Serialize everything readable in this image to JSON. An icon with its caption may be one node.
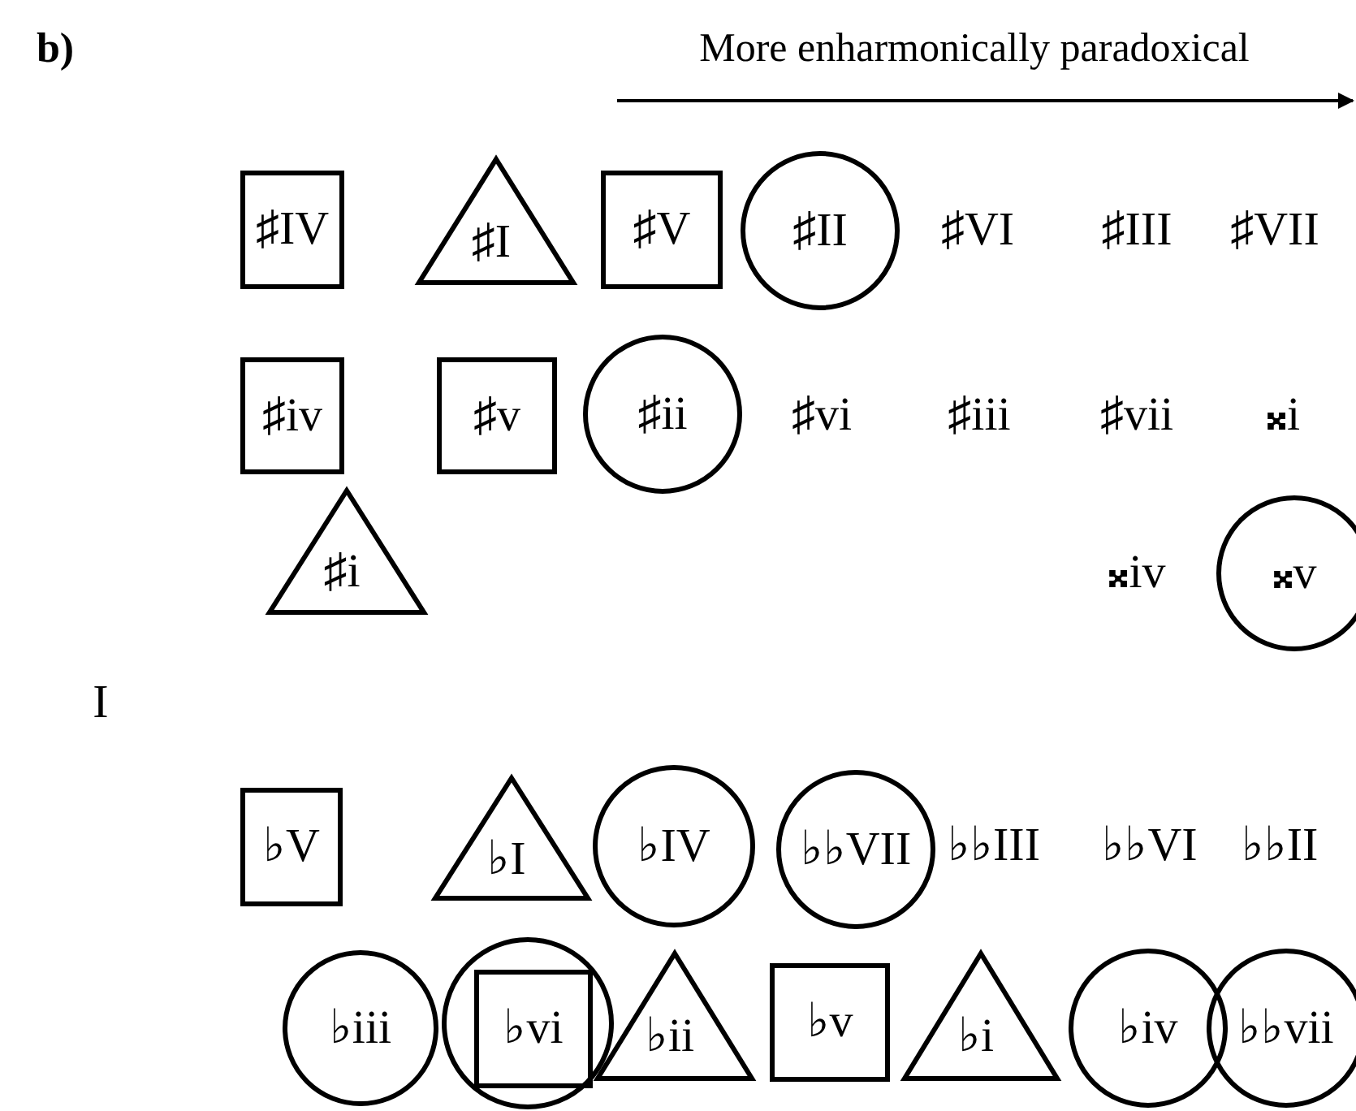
{
  "diagram": {
    "nodes": [
      {
        "text": [
          "♯IV"
        ]
      },
      {
        "text": [
          "♯I"
        ]
      },
      {
        "text": [
          "♯V"
        ]
      },
      {
        "text": [
          "♯II"
        ]
      },
      {
        "text": [
          "♯iv"
        ]
      },
      {
        "text": [
          "♯v"
        ]
      },
      {
        "text": [
          "♯ii"
        ]
      },
      {
        "text": [
          "♯i"
        ]
      },
      {
        "text": [
          "𝄪v"
        ]
      },
      {
        "text": [
          "♭V"
        ]
      },
      {
        "text": [
          "♭I"
        ]
      },
      {
        "text": [
          "♭IV"
        ]
      },
      {
        "text": [
          "♭♭VII"
        ]
      },
      {
        "text": [
          "♭iii"
        ]
      },
      {
        "text": [],
        "shape": "circle"
      },
      {
        "text": [
          "♭vi"
        ],
        "in": 14
      },
      {
        "text": [
          "♭ii"
        ]
      },
      {
        "text": [
          "♭v"
        ]
      },
      {
        "text": [
          "♭i"
        ]
      },
      {
        "text": [
          "♭iv"
        ]
      },
      {
        "text": [
          "♭♭vii"
        ]
      }
    ],
    "edges": [],
    "labels": [
      "b)",
      "More enharmonically paradoxical",
      "♯VI",
      "♯III",
      "♯VII",
      "♯vi",
      "♯iii",
      "♯vii",
      "𝄪i",
      "𝄪iv",
      "I",
      "♭♭III",
      "♭♭VI",
      "♭♭II"
    ]
  }
}
